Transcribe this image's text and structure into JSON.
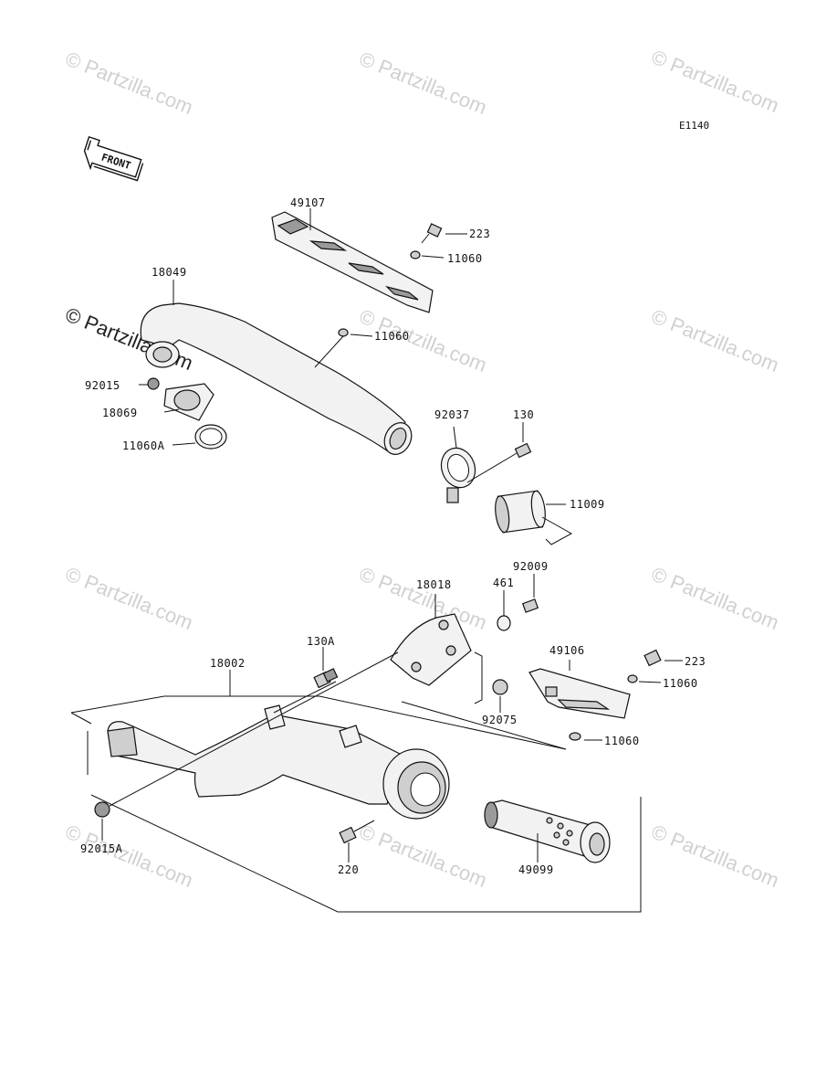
{
  "diagram": {
    "id": "E1140",
    "front_label": "FRONT",
    "watermark_text": "© Partzilla.com",
    "parts": [
      {
        "key": "49107",
        "label": "49107"
      },
      {
        "key": "223a",
        "label": "223"
      },
      {
        "key": "11060a",
        "label": "11060"
      },
      {
        "key": "18049",
        "label": "18049"
      },
      {
        "key": "11060b",
        "label": "11060"
      },
      {
        "key": "92015",
        "label": "92015"
      },
      {
        "key": "18069",
        "label": "18069"
      },
      {
        "key": "11060A",
        "label": "11060A"
      },
      {
        "key": "92037",
        "label": "92037"
      },
      {
        "key": "130",
        "label": "130"
      },
      {
        "key": "11009",
        "label": "11009"
      },
      {
        "key": "92009",
        "label": "92009"
      },
      {
        "key": "18018",
        "label": "18018"
      },
      {
        "key": "461",
        "label": "461"
      },
      {
        "key": "130A",
        "label": "130A"
      },
      {
        "key": "18002",
        "label": "18002"
      },
      {
        "key": "49106",
        "label": "49106"
      },
      {
        "key": "223b",
        "label": "223"
      },
      {
        "key": "11060c",
        "label": "11060"
      },
      {
        "key": "92075",
        "label": "92075"
      },
      {
        "key": "11060d",
        "label": "11060"
      },
      {
        "key": "92015A",
        "label": "92015A"
      },
      {
        "key": "220",
        "label": "220"
      },
      {
        "key": "49099",
        "label": "49099"
      }
    ]
  }
}
